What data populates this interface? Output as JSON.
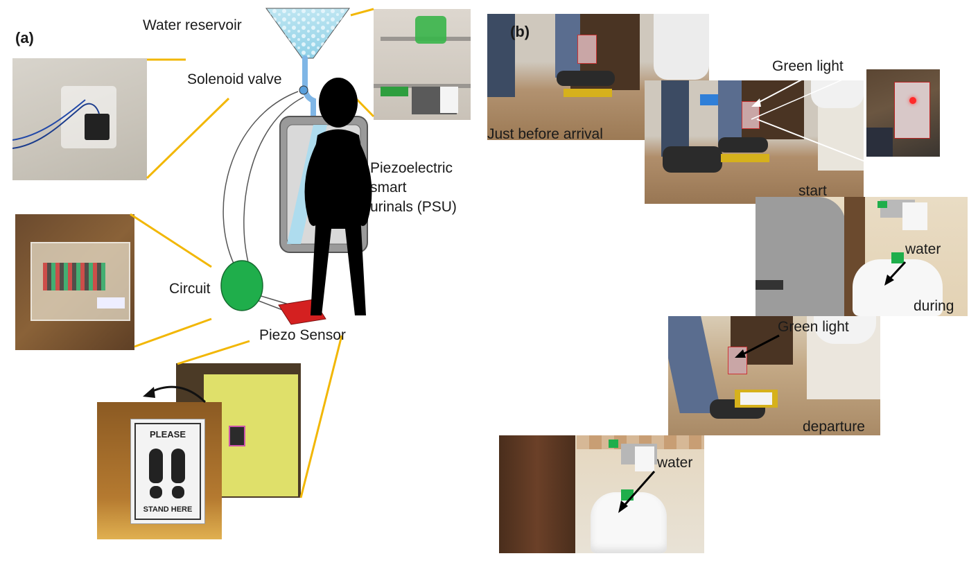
{
  "panel_a": {
    "label": "(a)",
    "labels": {
      "water_reservoir": "Water reservoir",
      "solenoid_valve": "Solenoid valve",
      "psu_line1": "Piezoelectric",
      "psu_line2": "smart",
      "psu_line3": "urinals (PSU)",
      "circuit": "Circuit",
      "piezo_sensor": "Piezo Sensor"
    },
    "sign": {
      "top": "PLEASE",
      "bottom": "STAND HERE"
    }
  },
  "panel_b": {
    "label": "(b)",
    "captions": {
      "just_before": "Just before arrival",
      "green_light_1": "Green light",
      "start": "start",
      "water_1": "water",
      "during": "during",
      "green_light_2": "Green light",
      "departure": "departure",
      "water_2": "water"
    }
  },
  "colors": {
    "connector": "#f2b705",
    "circuit": "#1fae4b",
    "piezo": "#d42020",
    "pipe": "#7fb6e6",
    "person": "#000000"
  }
}
